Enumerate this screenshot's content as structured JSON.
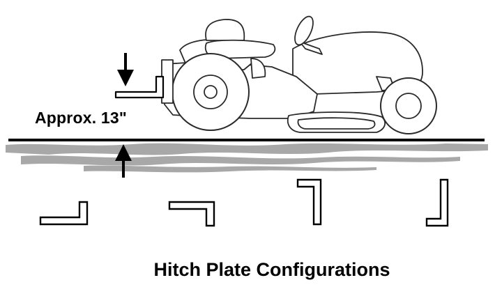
{
  "measurement": {
    "label": "Approx. 13\""
  },
  "caption": {
    "title": "Hitch Plate Configurations"
  },
  "colors": {
    "line": "#000000",
    "outline": "#2a2a2a",
    "ground": "#a8a8a8",
    "fill": "#ffffff"
  },
  "icons": {
    "measure_down": "arrow-down-icon",
    "measure_up": "arrow-up-icon"
  },
  "hitch_configurations": [
    {
      "name": "hitch-config-1"
    },
    {
      "name": "hitch-config-2"
    },
    {
      "name": "hitch-config-3"
    },
    {
      "name": "hitch-config-4"
    }
  ]
}
